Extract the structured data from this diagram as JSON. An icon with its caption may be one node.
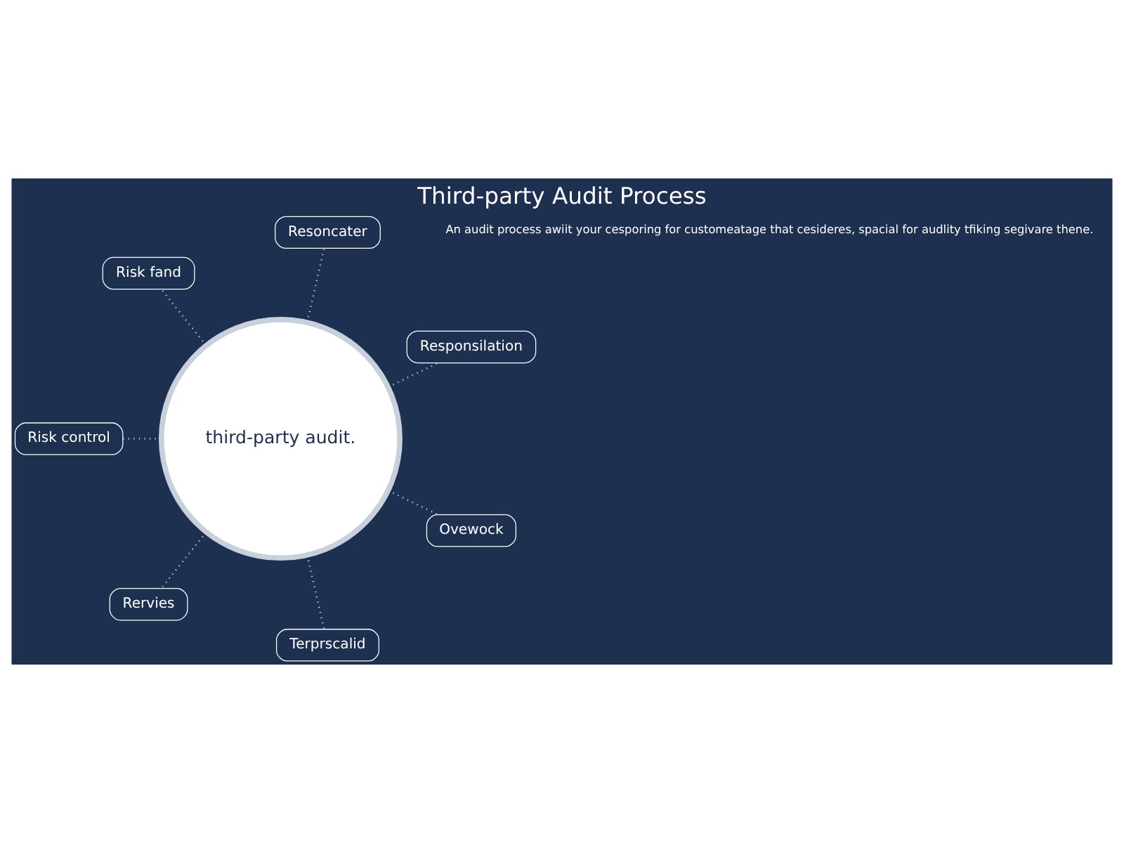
{
  "diagram": {
    "title": "Third-party Audit Process",
    "nodes": [
      {
        "text": [
          "Responsilation"
        ]
      },
      {
        "text": [
          "Resoncater"
        ]
      },
      {
        "text": [
          "Risk fand"
        ]
      },
      {
        "text": [
          "Risk control"
        ]
      },
      {
        "text": [
          "third-party audit."
        ]
      },
      {
        "text": [
          "Rervies"
        ]
      },
      {
        "text": [
          "Terprscalid"
        ]
      },
      {
        "text": [
          "Ovewock"
        ]
      }
    ],
    "edges": [
      {
        "from": 4,
        "to": 0,
        "arrow": "none"
      },
      {
        "from": 4,
        "to": 1,
        "arrow": "none"
      },
      {
        "from": 4,
        "to": 2,
        "arrow": "none"
      },
      {
        "from": 4,
        "to": 3,
        "arrow": "none"
      },
      {
        "from": 4,
        "to": 5,
        "arrow": "none"
      },
      {
        "from": 4,
        "to": 6,
        "arrow": "none"
      },
      {
        "from": 4,
        "to": 7,
        "arrow": "none"
      }
    ],
    "labels": [
      "An audit process awiit your cesporing for customeatage that cesideres, spacial for audlity tfiking segivare thene."
    ]
  }
}
